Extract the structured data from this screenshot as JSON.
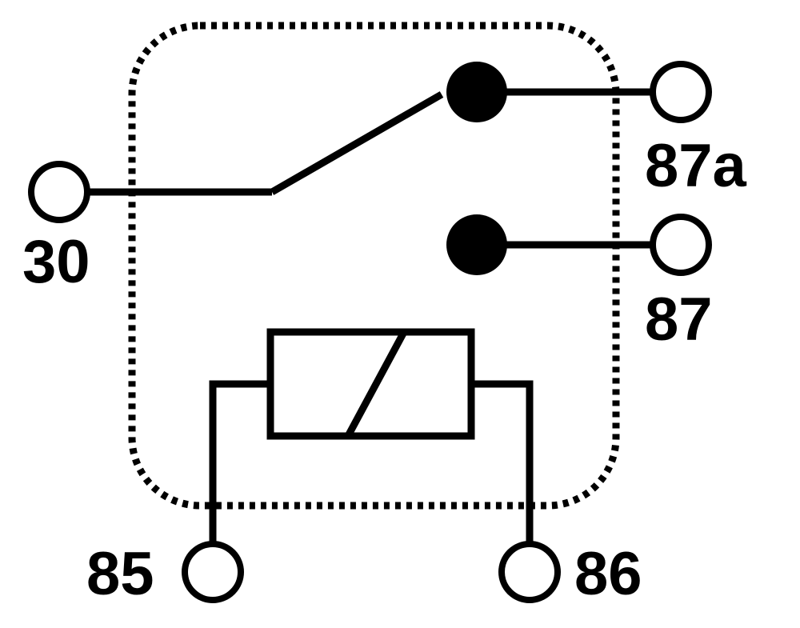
{
  "diagram": {
    "pins": {
      "p30": "30",
      "p87a": "87a",
      "p87": "87",
      "p85": "85",
      "p86": "86"
    },
    "colors": {
      "line": "#000000",
      "background": "#ffffff"
    }
  }
}
